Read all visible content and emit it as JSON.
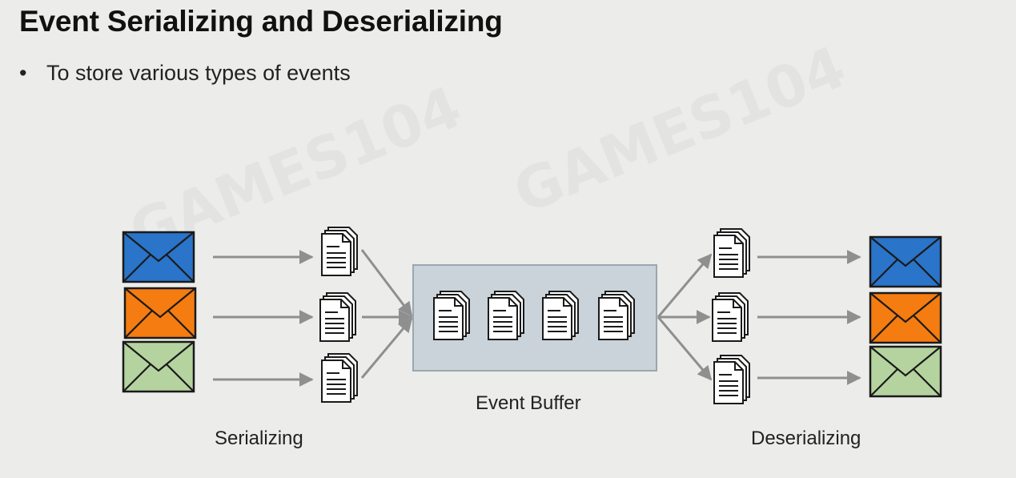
{
  "slide": {
    "title": "Event Serializing and Deserializing",
    "bullet": "•",
    "bullet_text": "To store various types of events"
  },
  "diagram": {
    "labels": {
      "serializing": "Serializing",
      "buffer": "Event Buffer",
      "deserializing": "Deserializing"
    },
    "event_colors": {
      "blue": "#2a74c9",
      "orange": "#f47c10",
      "green": "#b5d39f"
    },
    "buffer_fill": "#c9d3d9",
    "arrow_color": "#8f8f8f"
  },
  "watermark": "GAMES104"
}
